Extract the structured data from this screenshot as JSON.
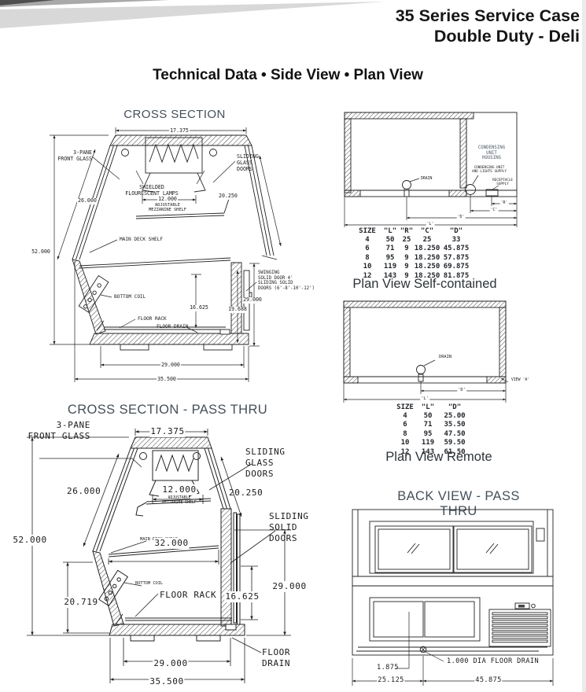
{
  "header": {
    "brand_line1": "35 Series Service Case",
    "brand_line2": "Double Duty - Deli",
    "heading": "Technical Data • Side View • Plan View"
  },
  "colors": {
    "drawing_title": "#454f59",
    "line_ink": "#222222",
    "swoosh_light": "#d8d8d8"
  },
  "cross_section": {
    "title": "CROSS SECTION",
    "dim_top_width": "17.375",
    "front_glass": "3-PANE\nFRONT GLASS",
    "sliding_glass_doors": "SLIDING\nGLASS\nDOORS",
    "lamps": "SHIELDED\nFLOURESCENT LAMPS",
    "dim_mezzanine_width": "12.000",
    "mezzanine": "ADJUSTABLE\nMEZZANINE SHELF",
    "dim_glass_door": "20.250",
    "dim_front_glass": "26.000",
    "dim_overall_height": "52.000",
    "main_deck_shelf": "MAIN DECK SHELF",
    "bottom_coil": "BOTTOM COIL",
    "dim_interior_height": "16.625",
    "dim_door_height": "19.688",
    "dim_rear_height": "29.000",
    "rear_doors": "SWINGING\nSOLID DOOR 4'\nSLIDING SOLID\nDOORS (6'-8'-10'-12')",
    "floor_rack": "FLOOR RACK",
    "floor_drain": "FLOOR DRAIN",
    "dim_base_width": "29.000",
    "dim_overall_width": "35.500"
  },
  "pass_thru": {
    "title": "CROSS SECTION - PASS THRU",
    "front_glass": "3-PANE\nFRONT GLASS",
    "dim_top_width": "17.375",
    "sliding_glass_doors": "SLIDING\nGLASS\nDOORS",
    "dim_front_glass": "26.000",
    "dim_mezzanine_width": "12.000",
    "mezzanine": "ADJUSTABLE\nMEZZANINE SHELF",
    "dim_glass_door": "20.250",
    "sliding_solid_doors": "SLIDING\nSOLID\nDOORS",
    "dim_overall_height": "52.000",
    "main_deck_shelf": "MAIN DECK SHELF",
    "dim_deck_width": "32.000",
    "bottom_coil": "BOTTOM COIL",
    "dim_lower_front": "20.719",
    "floor_rack": "FLOOR RACK",
    "dim_interior_height": "16.625",
    "dim_rear_height": "29.000",
    "floor_drain": "FLOOR\nDRAIN",
    "dim_base_width": "29.000",
    "dim_overall_width": "35.500"
  },
  "plan_self": {
    "caption": "Plan View Self-contained",
    "condensing_housing": "CONDENSING\nUNIT\nHOUSING",
    "drain": "DRAIN",
    "condensing_supply": "CONDENSING UNIT\nAND LIGHTS SUPPLY",
    "receptacle_supply": "RECEPTACLE\nSUPPLY",
    "dim_r": "'R'",
    "dim_c": "'C'",
    "dim_d": "'D'",
    "dim_l": "'L'",
    "table": {
      "headers": [
        "SIZE",
        "\"L\"",
        "\"R\"",
        "\"C\"",
        "\"D\""
      ],
      "rows": [
        [
          "4",
          "50",
          "25",
          "25",
          "33"
        ],
        [
          "6",
          "71",
          "9",
          "18.250",
          "45.875"
        ],
        [
          "8",
          "95",
          "9",
          "18.250",
          "57.875"
        ],
        [
          "10",
          "119",
          "9",
          "18.250",
          "69.875"
        ],
        [
          "12",
          "143",
          "9",
          "18.250",
          "81.875"
        ]
      ]
    }
  },
  "plan_remote": {
    "caption": "Plan View Remote",
    "drain": "DRAIN",
    "view_a": "VIEW 'A'",
    "dim_d": "'D'",
    "dim_l": "'L'",
    "table": {
      "headers": [
        "SIZE",
        "\"L\"",
        "\"D\""
      ],
      "rows": [
        [
          "4",
          "50",
          "25.00"
        ],
        [
          "6",
          "71",
          "35.50"
        ],
        [
          "8",
          "95",
          "47.50"
        ],
        [
          "10",
          "119",
          "59.50"
        ],
        [
          "12",
          "143",
          "61.50"
        ]
      ]
    }
  },
  "back_view": {
    "title": "BACK VIEW - PASS THRU",
    "floor_drain": "1.000 DIA FLOOR DRAIN",
    "dim_drain_offset": "1.875",
    "dim_left_span": "25.125",
    "dim_right_span": "45.875"
  }
}
